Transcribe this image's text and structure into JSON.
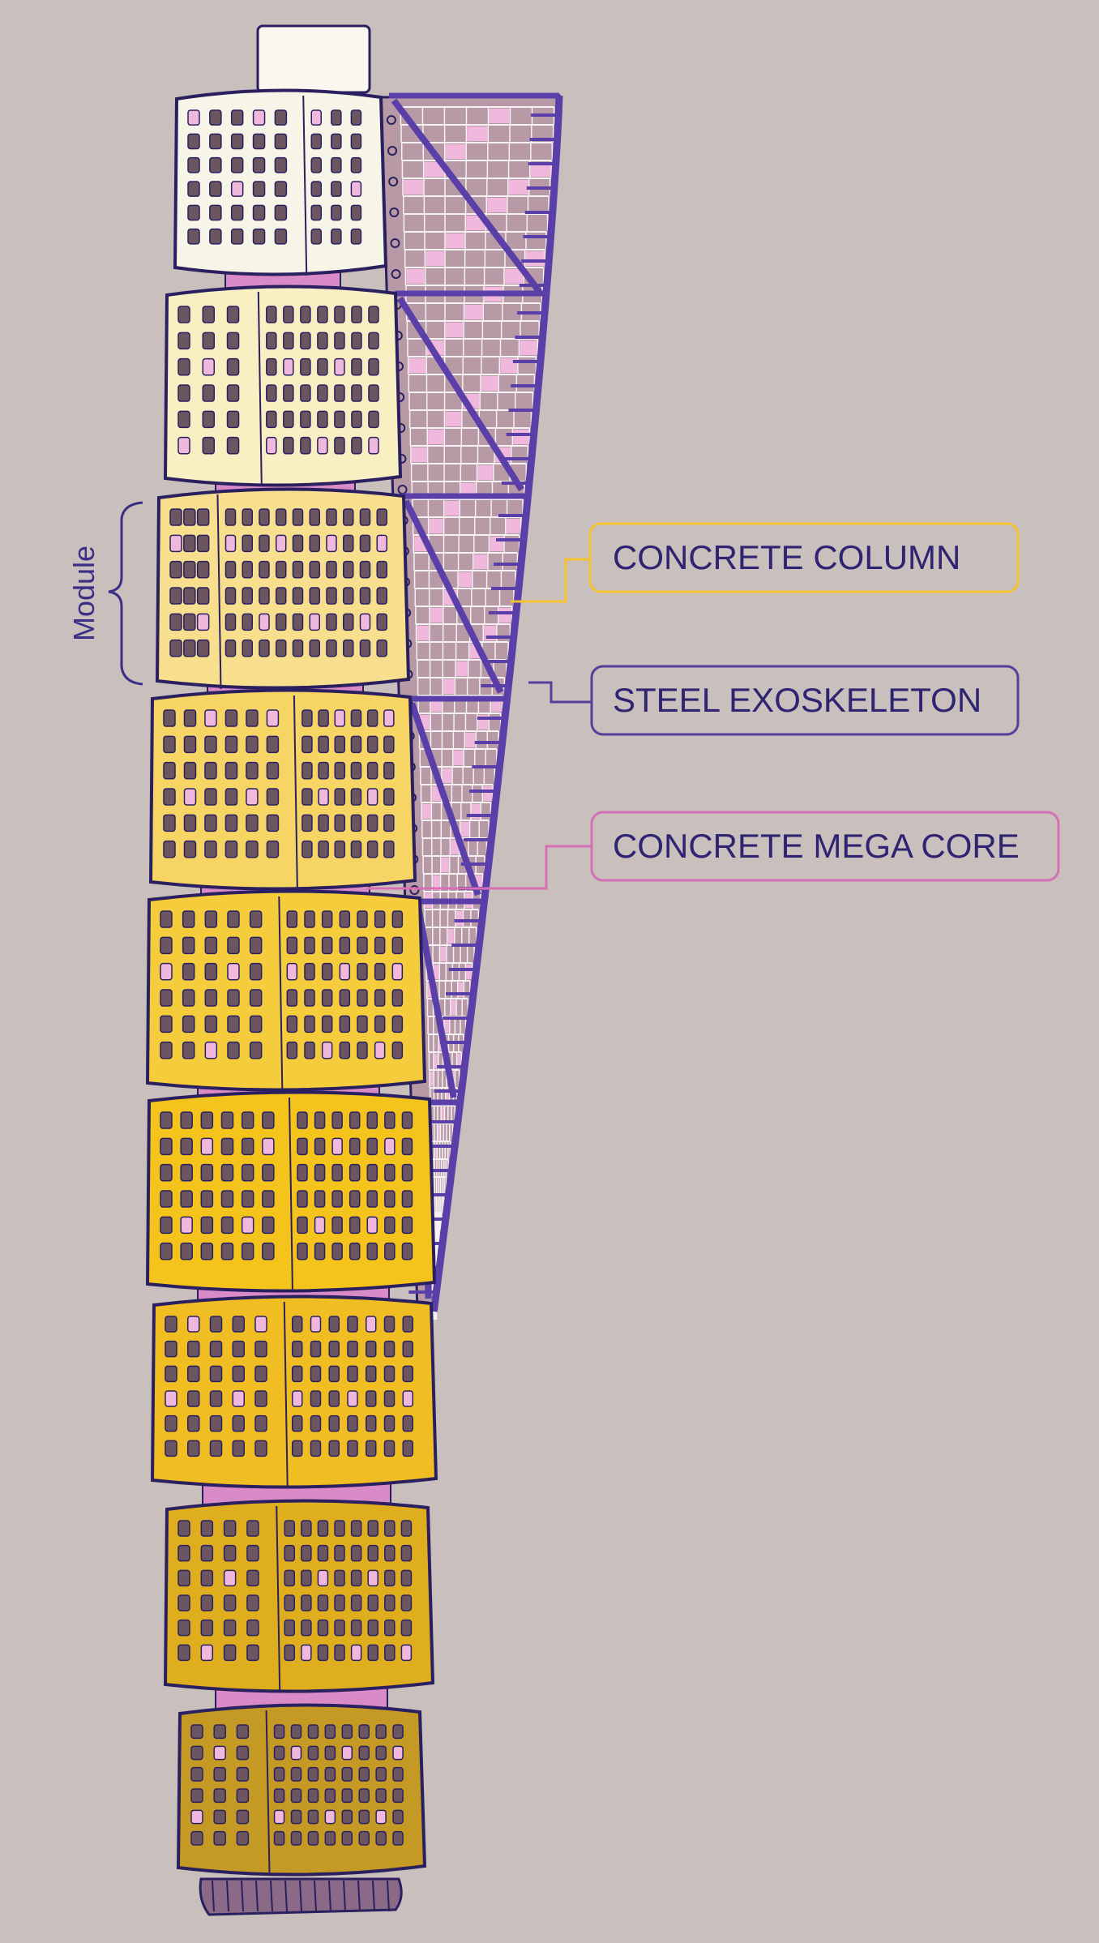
{
  "diagram": {
    "module_label": "Module",
    "callouts": [
      {
        "id": "concrete-column",
        "label": "CONCRETE COLUMN",
        "color": "#f2c230"
      },
      {
        "id": "steel-exoskeleton",
        "label": "STEEL EXOSKELETON",
        "color": "#5a3c9e"
      },
      {
        "id": "concrete-mega-core",
        "label": "CONCRETE MEGA CORE",
        "color": "#d66fb3"
      }
    ],
    "colors": {
      "background": "#c9bfbc",
      "outline": "#2a2060",
      "steel": "#5b3fa8",
      "core_pink": "#d98bc7",
      "window_dark": "#6a5560",
      "window_pink": "#f0b8dc",
      "module_colors": [
        "#f7f4e8",
        "#f8efc2",
        "#f8df8e",
        "#f6d565",
        "#f5cd3c",
        "#f4c41c",
        "#f0bd22",
        "#dfae1e",
        "#c49a25"
      ]
    }
  }
}
